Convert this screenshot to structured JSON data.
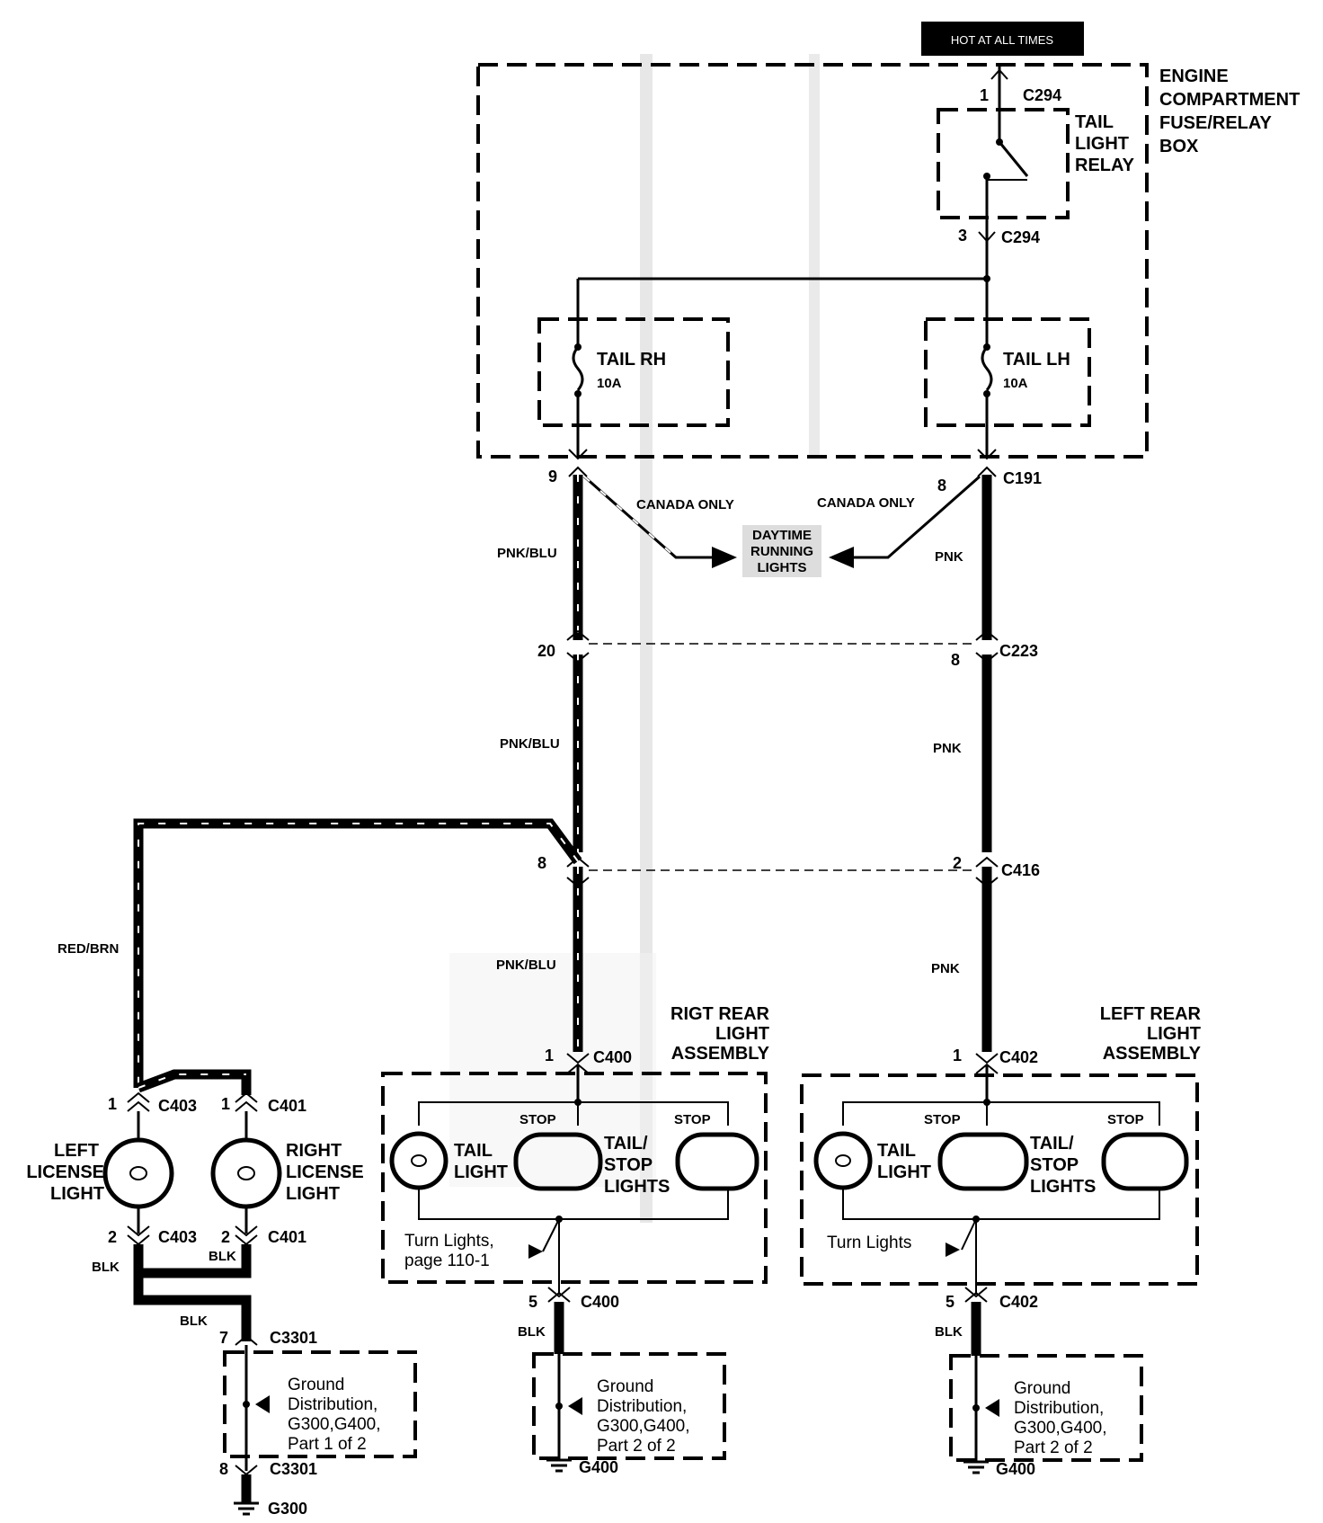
{
  "header": {
    "hot_label": "HOT AT ALL TIMES"
  },
  "fuse_box": {
    "title_lines": [
      "ENGINE",
      "COMPARTMENT",
      "FUSE/RELAY",
      "BOX"
    ],
    "relay_lines": [
      "TAIL",
      "LIGHT",
      "RELAY"
    ],
    "relay_pin_top": "1",
    "relay_pin_top_conn": "C294",
    "relay_pin_bottom": "3",
    "relay_pin_bottom_conn": "C294",
    "fuse_rh_name": "TAIL RH",
    "fuse_rh_rating": "10A",
    "fuse_lh_name": "TAIL LH",
    "fuse_lh_rating": "10A"
  },
  "c191": {
    "left_pin": "9",
    "right_pin": "8",
    "conn": "C191"
  },
  "drl": {
    "left_label": "CANADA ONLY",
    "right_label": "CANADA ONLY",
    "lines": [
      "DAYTIME",
      "RUNNING",
      "LIGHTS"
    ]
  },
  "wires": {
    "left_1": "PNK/BLU",
    "left_2": "PNK/BLU",
    "left_3": "PNK/BLU",
    "right_1": "PNK",
    "right_2": "PNK",
    "right_3": "PNK",
    "license_feed": "RED/BRN",
    "blk_a": "BLK",
    "blk_b": "BLK",
    "blk_c": "BLK",
    "blk_d": "BLK",
    "blk_e": "BLK"
  },
  "c223": {
    "left_pin": "20",
    "right_pin": "8",
    "conn": "C223"
  },
  "c416": {
    "left_pin": "8",
    "right_pin": "2",
    "conn": "C416"
  },
  "right_rear": {
    "title_lines": [
      "RIGT REAR",
      "LIGHT",
      "ASSEMBLY"
    ],
    "top_pin": "1",
    "top_conn": "C400",
    "bottom_pin": "5",
    "bottom_conn": "C400",
    "stop_1": "STOP",
    "stop_2": "STOP",
    "tail_lines": [
      "TAIL",
      "LIGHT"
    ],
    "tailstop_lines": [
      "TAIL/",
      "STOP",
      "LIGHTS"
    ],
    "turn_lines": [
      "Turn Lights,",
      "page 110-1"
    ]
  },
  "left_rear": {
    "title_lines": [
      "LEFT REAR",
      "LIGHT",
      "ASSEMBLY"
    ],
    "top_pin": "1",
    "top_conn": "C402",
    "bottom_pin": "5",
    "bottom_conn": "C402",
    "stop_1": "STOP",
    "stop_2": "STOP",
    "tail_lines": [
      "TAIL",
      "LIGHT"
    ],
    "tailstop_lines": [
      "TAIL/",
      "STOP",
      "LIGHTS"
    ],
    "turn_lines": [
      "Turn Lights"
    ]
  },
  "license": {
    "left_top_pin": "1",
    "left_top_conn": "C403",
    "right_top_pin": "1",
    "right_top_conn": "C401",
    "left_bottom_pin": "2",
    "left_bottom_conn": "C403",
    "right_bottom_pin": "2",
    "right_bottom_conn": "C401",
    "left_lines": [
      "LEFT",
      "LICENSE",
      "LIGHT"
    ],
    "right_lines": [
      "RIGHT",
      "LICENSE",
      "LIGHT"
    ]
  },
  "grounds": {
    "g300_box": [
      "Ground",
      "Distribution,",
      "G300,G400,",
      "Part 1 of 2"
    ],
    "g300_top_pin": "7",
    "g300_top_conn": "C3301",
    "g300_bottom_pin": "8",
    "g300_bottom_conn": "C3301",
    "g300_label": "G300",
    "g400a_box": [
      "Ground",
      "Distribution,",
      "G300,G400,",
      "Part 2 of 2"
    ],
    "g400a_label": "G400",
    "g400b_box": [
      "Ground",
      "Distribution,",
      "G300,G400,",
      "Part 2 of 2"
    ],
    "g400b_label": "G400"
  }
}
